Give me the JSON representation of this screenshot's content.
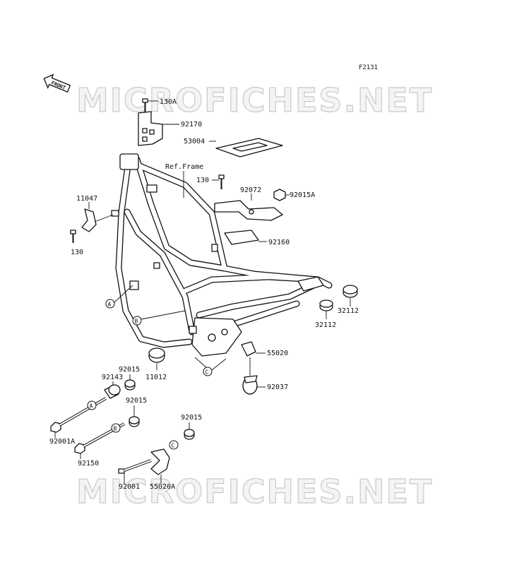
{
  "diagram_code": "F2131",
  "watermark": "MICROFICHES.NET",
  "front_label": "FRONT",
  "frame_reference": "Ref.Frame",
  "callouts": {
    "p130a": "130A",
    "p92170": "92170",
    "p53004": "53004",
    "p130_top": "130",
    "p92072": "92072",
    "p92015a": "92015A",
    "p92160": "92160",
    "p11047": "11047",
    "p130_left": "130",
    "p32112_right": "32112",
    "p32112_left": "32112",
    "p55020": "55020",
    "p92037": "92037",
    "p11012": "11012",
    "p92015_1": "92015",
    "p92143": "92143",
    "p92015_2": "92015",
    "p92001a": "92001A",
    "p92150": "92150",
    "p92015_3": "92015",
    "p92001": "92001",
    "p55020a": "55020A"
  },
  "ref_letters": {
    "a": "A",
    "b": "B",
    "c": "C"
  }
}
